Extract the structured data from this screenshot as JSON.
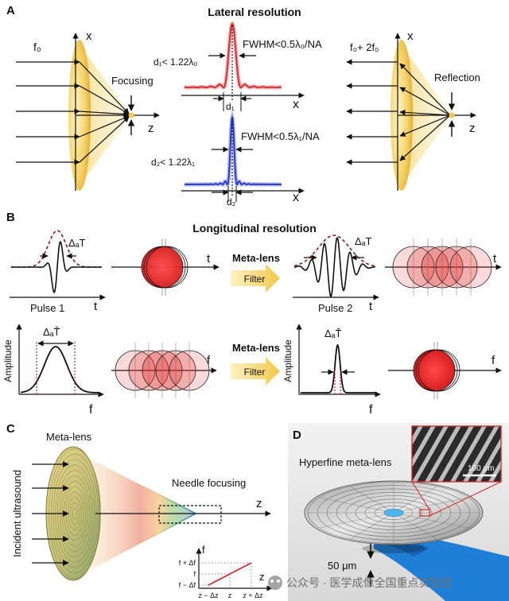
{
  "panelA": {
    "letter": "A",
    "title": "Lateral resolution",
    "left": {
      "freq": "f₀",
      "focus_label": "Focusing",
      "axis_x": "x",
      "axis_z": "z"
    },
    "mid_top": {
      "fwhm": "FWHM<0.5λ₀/NA",
      "d_eq": "d₁< 1.22λ₀",
      "d": "d₁",
      "axis": "x"
    },
    "mid_bottom": {
      "fwhm": "FWHM<0.5λ₁/NA",
      "d_eq": "d₂< 1.22λ₁",
      "d": "d₂",
      "axis": "x"
    },
    "right": {
      "freq": "f₀+ 2f₀",
      "refl_label": "Reflection",
      "axis_x": "x",
      "axis_z": "z"
    }
  },
  "panelB": {
    "letter": "B",
    "title": "Longitudinal resolution",
    "pulse1": "Pulse 1",
    "pulse2": "Pulse 2",
    "delta_T": "ΔₐT",
    "delta_T2": "ΔₐT",
    "delta_That": "ΔₐT̂",
    "delta_That2": "ΔₐT̂",
    "t1": "t",
    "t2": "t",
    "t3": "t",
    "t4": "t",
    "f1": "f",
    "f2": "f",
    "f3": "f",
    "f4": "f",
    "amplitude1": "Amplitude",
    "amplitude2": "Amplitude",
    "metalens1": "Meta-lens",
    "metalens2": "Meta-lens",
    "filter1": "Filter",
    "filter2": "Filter"
  },
  "panelC": {
    "letter": "C",
    "metalens": "Meta-lens",
    "needle": "Needle focusing",
    "incident": "Incident ultrasound",
    "axis_z": "z",
    "inset": {
      "axis_f": "f",
      "axis_z": "z",
      "y_ticks": [
        "f + Δf",
        "f",
        "f − Δf"
      ],
      "x_ticks": [
        "z − Δz",
        "z",
        "z + Δz"
      ]
    }
  },
  "panelD": {
    "letter": "D",
    "label": "Hyperfine meta-lens",
    "scale_inset": "100 μm",
    "scale_main": "50 μm"
  },
  "watermark": "公众号 · 医学成像全国重点实验室",
  "colors": {
    "red": "#d9262c",
    "blue": "#2233cc",
    "gold": "#f2c94c",
    "dash_red": "#8b1c1c",
    "arrow_fill": "#f6d77a"
  }
}
